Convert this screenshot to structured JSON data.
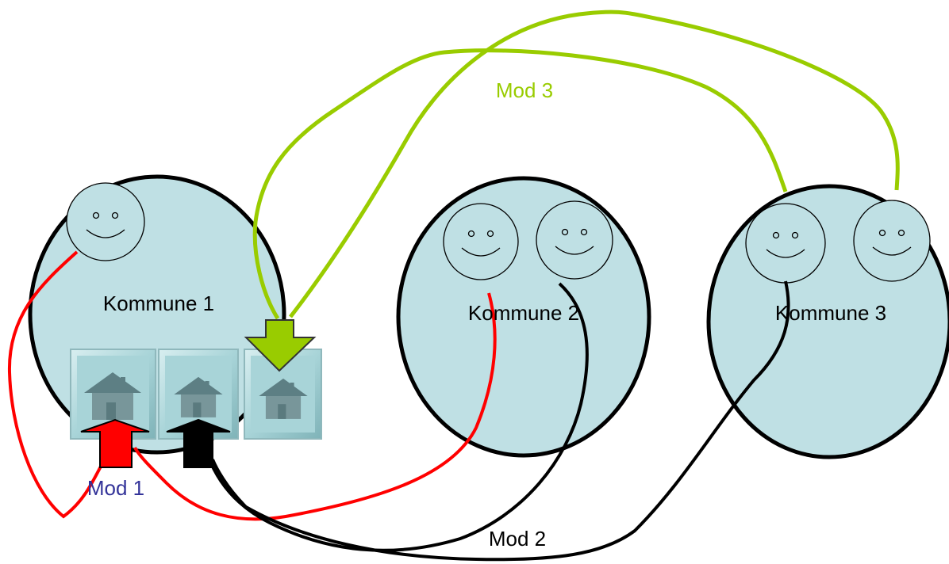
{
  "kommuner": [
    {
      "label": "Kommune 1"
    },
    {
      "label": "Kommune 2"
    },
    {
      "label": "Kommune 3"
    }
  ],
  "models": [
    {
      "label": "Mod 1",
      "color": "#333399",
      "line_color": "#ff0000"
    },
    {
      "label": "Mod 2",
      "color": "#000000",
      "line_color": "#000000"
    },
    {
      "label": "Mod 3",
      "color": "#99cc00",
      "line_color": "#99cc00"
    }
  ],
  "colors": {
    "ellipse_fill": "#bfe0e4",
    "tile_fill": "#a8d4d8",
    "house": "#5d7f84"
  },
  "icons": [
    "smiley-face-icon",
    "house-icon",
    "arrow-up-icon",
    "arrow-down-icon"
  ]
}
